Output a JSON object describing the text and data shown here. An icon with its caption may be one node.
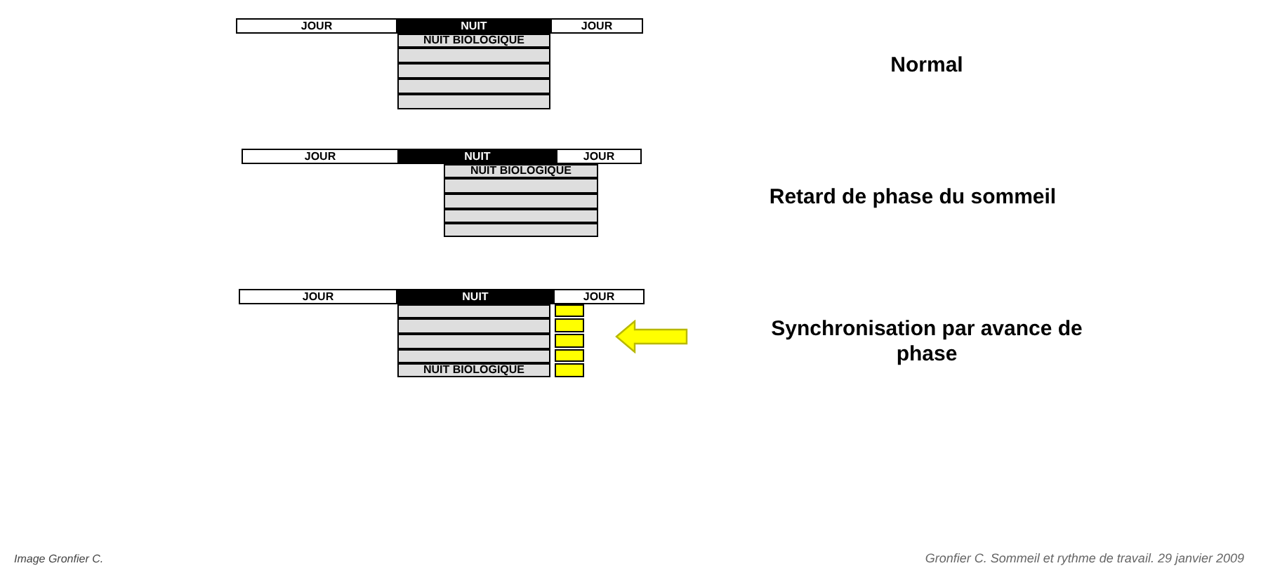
{
  "diagram": {
    "nodes": [
      {
        "text": [
          "JOUR"
        ]
      },
      {
        "text": [
          "NUIT"
        ]
      },
      {
        "text": [
          "JOUR"
        ]
      },
      {
        "text": [
          "NUIT BIOLOGIQUE"
        ]
      },
      {
        "text": [],
        "shape": "bar"
      },
      {
        "text": [],
        "shape": "bar"
      },
      {
        "text": [],
        "shape": "bar"
      },
      {
        "text": [],
        "shape": "bar"
      },
      {
        "text": [
          "JOUR"
        ]
      },
      {
        "text": [
          "NUIT"
        ]
      },
      {
        "text": [
          "JOUR"
        ]
      },
      {
        "text": [
          "NUIT BIOLOGIQUE"
        ]
      },
      {
        "text": [],
        "shape": "bar"
      },
      {
        "text": [],
        "shape": "bar"
      },
      {
        "text": [],
        "shape": "bar"
      },
      {
        "text": [],
        "shape": "bar"
      },
      {
        "text": [
          "JOUR"
        ]
      },
      {
        "text": [
          "NUIT"
        ]
      },
      {
        "text": [
          "JOUR"
        ]
      },
      {
        "text": [],
        "shape": "bar"
      },
      {
        "text": [],
        "shape": "bar"
      },
      {
        "text": [],
        "shape": "bar"
      },
      {
        "text": [],
        "shape": "bar"
      },
      {
        "text": [
          "NUIT BIOLOGIQUE"
        ]
      },
      {
        "text": [],
        "shape": "bar"
      },
      {
        "text": [],
        "shape": "bar"
      },
      {
        "text": [],
        "shape": "bar"
      },
      {
        "text": [],
        "shape": "bar"
      },
      {
        "text": [],
        "shape": "bar"
      }
    ],
    "labels": [
      "Normal",
      "Retard de phase du sommeil",
      "Synchronisation par avance de phase",
      "Image Gronfier C.",
      "Gronfier C. Sommeil et rythme de travail. 29 janvier 2009"
    ]
  }
}
